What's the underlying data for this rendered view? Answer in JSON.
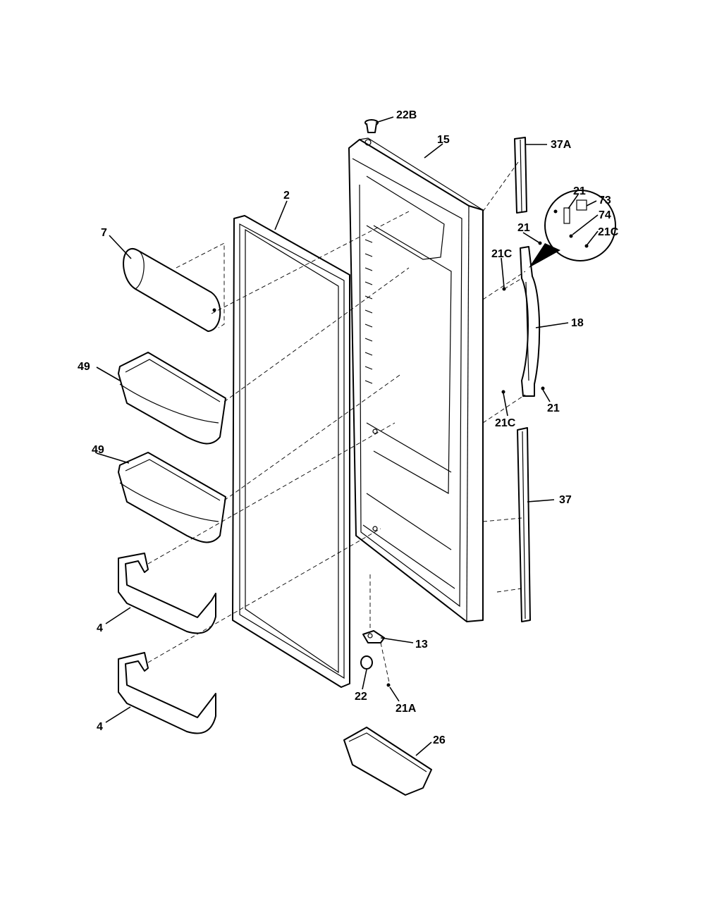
{
  "callouts": {
    "c22B": "22B",
    "c15": "15",
    "c37A": "37A",
    "c21_top": "21",
    "c73": "73",
    "c74": "74",
    "c21C_detail": "21C",
    "c21_mid": "21",
    "c21C_mid": "21C",
    "c2": "2",
    "c7": "7",
    "c18": "18",
    "c49_upper": "49",
    "c49_lower": "49",
    "c21_low": "21",
    "c21C_low": "21C",
    "c37": "37",
    "c4_upper": "4",
    "c4_lower": "4",
    "c13": "13",
    "c22": "22",
    "c21A": "21A",
    "c26": "26"
  }
}
